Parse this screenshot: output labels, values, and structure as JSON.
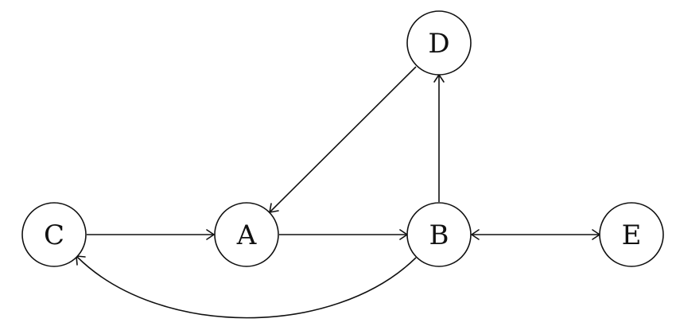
{
  "diagram": {
    "type": "directed-graph",
    "nodes": [
      {
        "id": "C",
        "label": "C"
      },
      {
        "id": "A",
        "label": "A"
      },
      {
        "id": "B",
        "label": "B"
      },
      {
        "id": "D",
        "label": "D"
      },
      {
        "id": "E",
        "label": "E"
      }
    ],
    "edges": [
      {
        "from": "C",
        "to": "A",
        "direction": "forward"
      },
      {
        "from": "A",
        "to": "B",
        "direction": "forward"
      },
      {
        "from": "B",
        "to": "D",
        "direction": "forward"
      },
      {
        "from": "D",
        "to": "A",
        "direction": "forward"
      },
      {
        "from": "B",
        "to": "E",
        "direction": "both"
      },
      {
        "from": "B",
        "to": "C",
        "direction": "forward",
        "style": "curved"
      }
    ],
    "colors": {
      "stroke": "#111111",
      "background": "#ffffff"
    }
  }
}
